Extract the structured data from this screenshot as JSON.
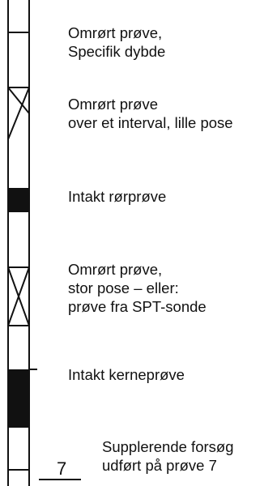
{
  "colors": {
    "ink": "#111111",
    "background": "#ffffff"
  },
  "legend": {
    "items": [
      {
        "symbol": "tick-mark",
        "lines": [
          "Omrørt prøve,",
          "Specifik dybde"
        ]
      },
      {
        "symbol": "hourglass-box-open-bottom",
        "lines": [
          "Omrørt prøve",
          "over et interval, lille pose"
        ]
      },
      {
        "symbol": "filled-block",
        "lines": [
          "Intakt rørprøve"
        ]
      },
      {
        "symbol": "hourglass-box-closed",
        "lines": [
          "Omrørt prøve,",
          "stor pose – eller:",
          "prøve fra SPT-sonde"
        ]
      },
      {
        "symbol": "filled-block-with-tick",
        "lines": [
          "Intakt kerneprøve"
        ]
      },
      {
        "symbol": "tick-with-number",
        "lines": [
          "Supplerende forsøg",
          "udført på prøve 7"
        ],
        "number": "7"
      }
    ]
  }
}
